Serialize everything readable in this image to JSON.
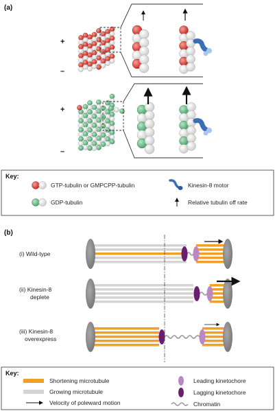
{
  "panel_a": {
    "label": "(a)",
    "plus_sign": "+",
    "minus_sign": "–",
    "key": {
      "heading": "Key:",
      "items": [
        {
          "icon": "red-white-tubulin-icon",
          "text": "GTP-tubulin or GMPCPP-tubulin"
        },
        {
          "icon": "green-white-tubulin-icon",
          "text": "GDP-tubulin"
        },
        {
          "icon": "kinesin-motor-icon",
          "text": "Kinesin-8 motor"
        },
        {
          "icon": "up-arrow-icon",
          "text": "Relative tubulin off rate"
        }
      ]
    }
  },
  "panel_b": {
    "label": "(b)",
    "rows": [
      {
        "line1": "(i) Wild-type",
        "line2": ""
      },
      {
        "line1": "(ii) Kinesin-8",
        "line2": "deplete"
      },
      {
        "line1": "(iii) Kinesin-8",
        "line2": "overexpress"
      }
    ],
    "key": {
      "heading": "Key:",
      "items": [
        {
          "icon": "orange-bar-icon",
          "text": "Shortening microtubule"
        },
        {
          "icon": "grey-bar-icon",
          "text": "Growing microtubule"
        },
        {
          "icon": "arrow-icon",
          "text": "Velocity of poleward motion"
        },
        {
          "icon": "light-purple-ellipse-icon",
          "text": "Leading kinetochore"
        },
        {
          "icon": "dark-purple-ellipse-icon",
          "text": "Lagging kinetochore"
        },
        {
          "icon": "wavy-line-icon",
          "text": "Chromatin"
        }
      ]
    }
  },
  "colors": {
    "gtp_red": "#d63b2f",
    "gdp_green": "#6cbf8a",
    "white_subunit": "#f2f2f2",
    "kinesin_blue": "#3b6fb5",
    "shortening_orange": "#f0a02a",
    "growing_grey": "#d4d4d4",
    "pole_grey": "#8a8a8a",
    "leading_kinetochore": "#b889c4",
    "lagging_kinetochore": "#6a1f6e"
  }
}
